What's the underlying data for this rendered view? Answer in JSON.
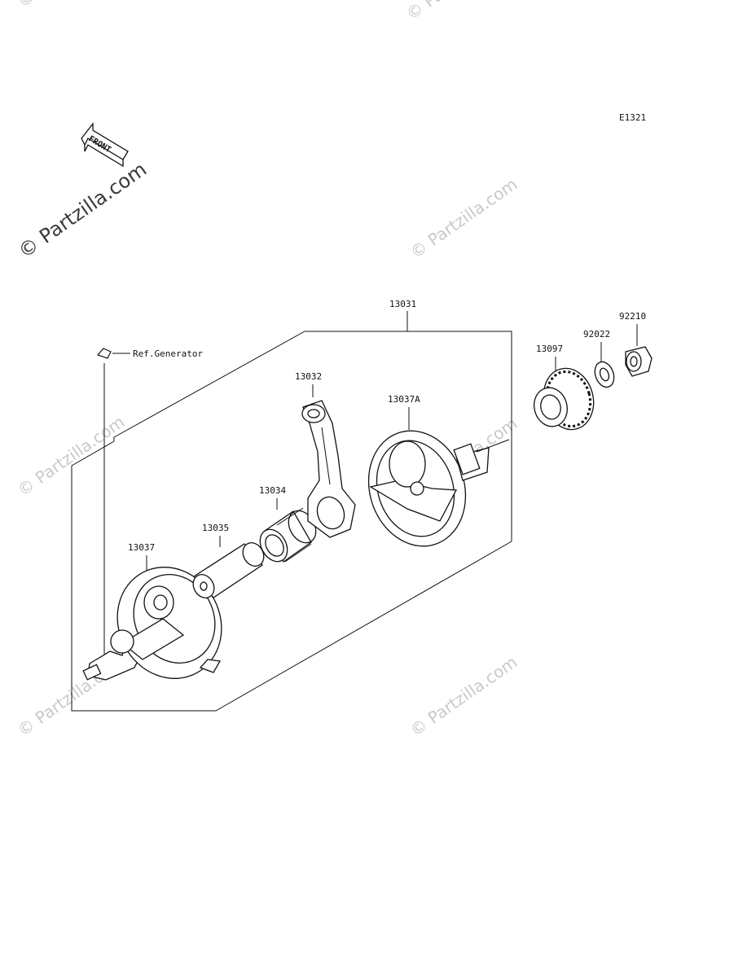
{
  "diagram_code": "E1321",
  "front_label": "FRONT",
  "watermark": "© Partzilla.com",
  "reference": "Ref.Generator",
  "parts": {
    "assembly": "13031",
    "connecting_rod": "13032",
    "flywheel_right": "13037A",
    "bearing": "13034",
    "crank_pin": "13035",
    "flywheel_left": "13037",
    "gear": "13097",
    "washer": "92022",
    "nut": "92210"
  }
}
